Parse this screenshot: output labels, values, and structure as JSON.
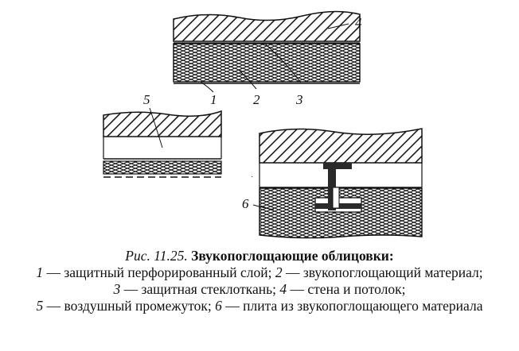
{
  "figure": {
    "callouts": {
      "n1": "1",
      "n2": "2",
      "n3": "3",
      "n4": "4",
      "n5": "5",
      "n6": "6"
    }
  },
  "caption": {
    "prefix": "Рис. 11.25.",
    "title": "Звукопоглощающие облицовки:",
    "legend": [
      {
        "num": "1",
        "text": " — защитный перфорированный слой; "
      },
      {
        "num": "2",
        "text": " — звукопоглощающий материал; "
      },
      {
        "num": "3",
        "text": " — защитная стеклоткань; "
      },
      {
        "num": "4",
        "text": " — стена и потолок;"
      },
      {
        "num": "5",
        "text": " — воздушный промежуток; "
      },
      {
        "num": "6",
        "text": " — плита из звукопоглощающего материала"
      }
    ]
  }
}
